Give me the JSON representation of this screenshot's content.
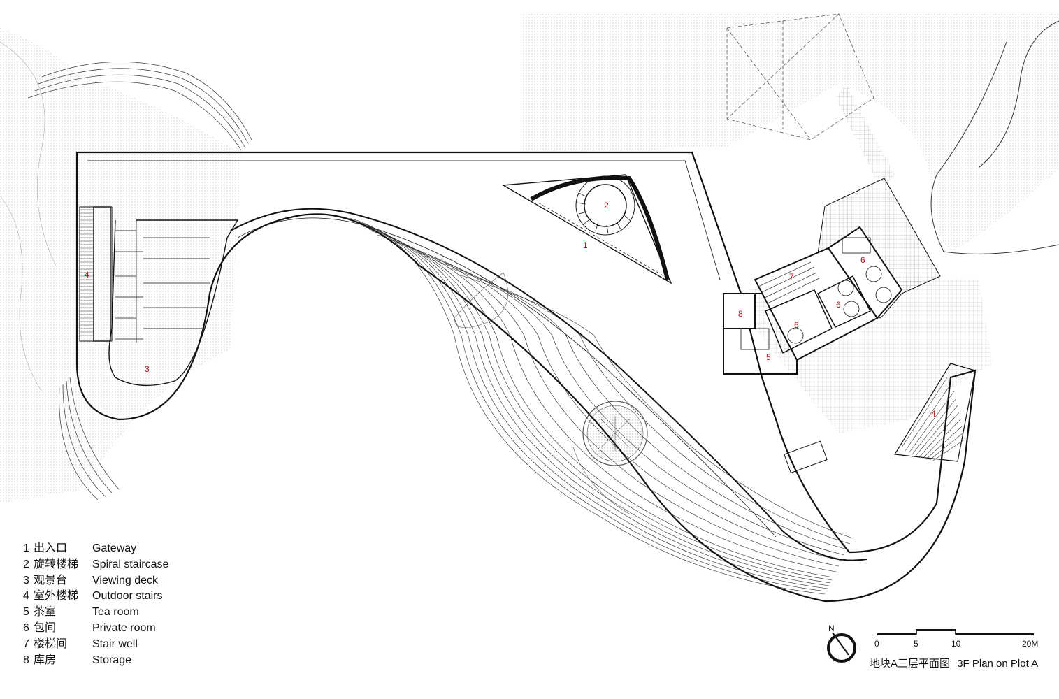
{
  "labels": {
    "n1": "1",
    "n2": "2",
    "n3": "3",
    "n4a": "4",
    "n4b": "4",
    "n5": "5",
    "n6a": "6",
    "n6b": "6",
    "n6c": "6",
    "n7": "7",
    "n8": "8"
  },
  "legend": [
    {
      "num": "1",
      "zh": "出入口",
      "en": "Gateway"
    },
    {
      "num": "2",
      "zh": "旋转楼梯",
      "en": "Spiral staircase"
    },
    {
      "num": "3",
      "zh": "观景台",
      "en": "Viewing deck"
    },
    {
      "num": "4",
      "zh": "室外楼梯",
      "en": "Outdoor stairs"
    },
    {
      "num": "5",
      "zh": "茶室",
      "en": "Tea room"
    },
    {
      "num": "6",
      "zh": "包间",
      "en": "Private room"
    },
    {
      "num": "7",
      "zh": "楼梯间",
      "en": "Stair well"
    },
    {
      "num": "8",
      "zh": "库房",
      "en": "Storage"
    }
  ],
  "north": {
    "letter": "N"
  },
  "scale": {
    "t0": "0",
    "t5": "5",
    "t10": "10",
    "t20": "20M"
  },
  "caption": {
    "zh": "地块A三层平面图",
    "en": "3F Plan on Plot A"
  },
  "colors": {
    "label_red": "#b0121b",
    "line": "#111111"
  }
}
